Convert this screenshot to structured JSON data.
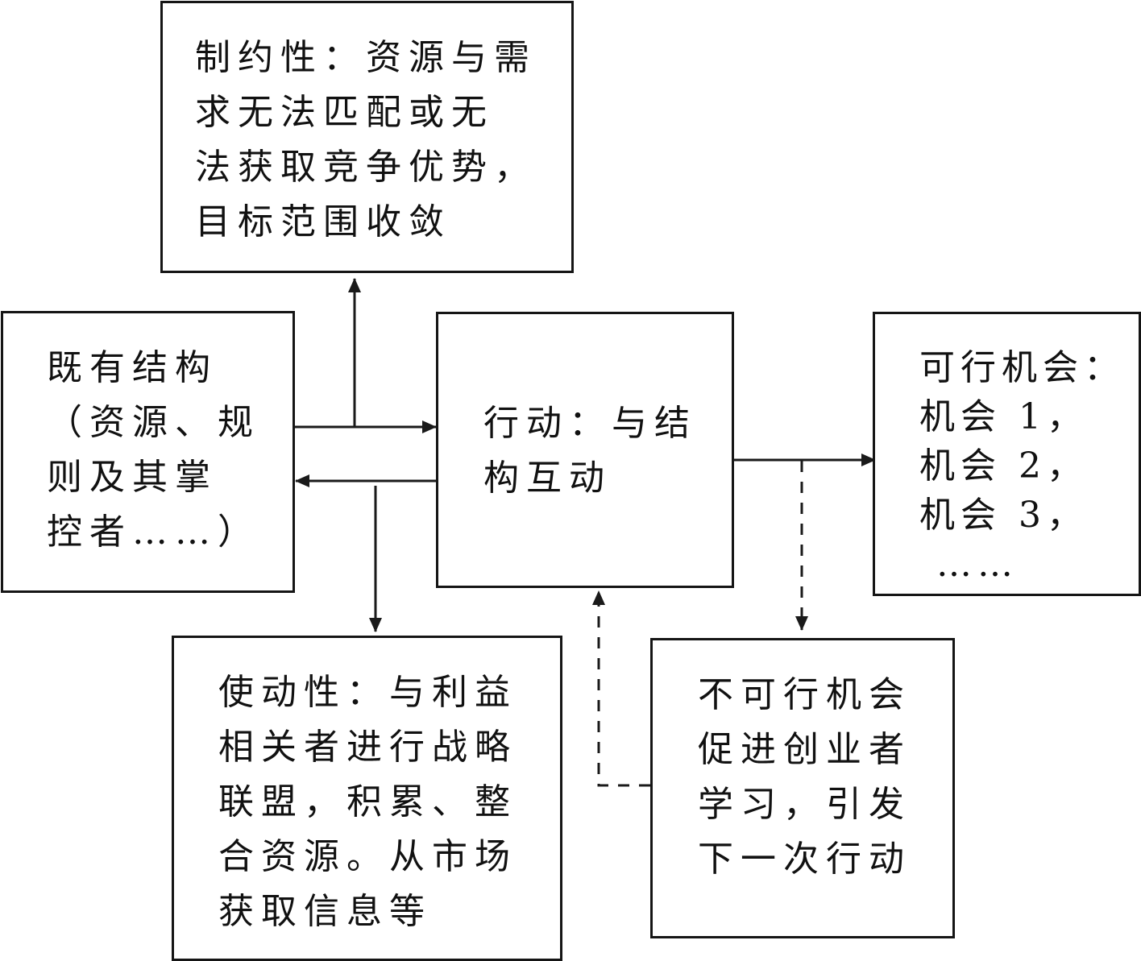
{
  "diagram": {
    "nodes": {
      "constraint": {
        "lines": [
          "制约性：资源与需",
          "求无法匹配或无",
          "法获取竞争优势，",
          "目标范围收敛"
        ]
      },
      "structure": {
        "lines": [
          "既有结构",
          "（资源、规",
          "则及其掌",
          "控者……）"
        ]
      },
      "action": {
        "lines": [
          "行动：与结",
          "构互动"
        ]
      },
      "feasible": {
        "lines": [
          "可行机会：",
          "机会 1，",
          "机会 2，",
          "机会 3，",
          " ……"
        ]
      },
      "enabling": {
        "lines": [
          "使动性：与利益",
          "相关者进行战略",
          "联盟，积累、整",
          "合资源。从市场",
          "获取信息等"
        ]
      },
      "infeasible": {
        "lines": [
          "不可行机会",
          "促进创业者",
          "学习，引发",
          "下一次行动"
        ]
      }
    },
    "edges": [
      {
        "from": "structure",
        "to": "action",
        "style": "solid"
      },
      {
        "from": "action",
        "to": "structure",
        "style": "solid"
      },
      {
        "from": "structure-action-link",
        "to": "constraint",
        "style": "solid"
      },
      {
        "from": "action-structure-link",
        "to": "enabling",
        "style": "solid"
      },
      {
        "from": "action",
        "to": "feasible",
        "style": "solid"
      },
      {
        "from": "action-feasible-link",
        "to": "infeasible",
        "style": "dashed"
      },
      {
        "from": "infeasible",
        "to": "action",
        "style": "dashed"
      }
    ],
    "colors": {
      "stroke": "#151515",
      "background": "#ffffff"
    }
  }
}
